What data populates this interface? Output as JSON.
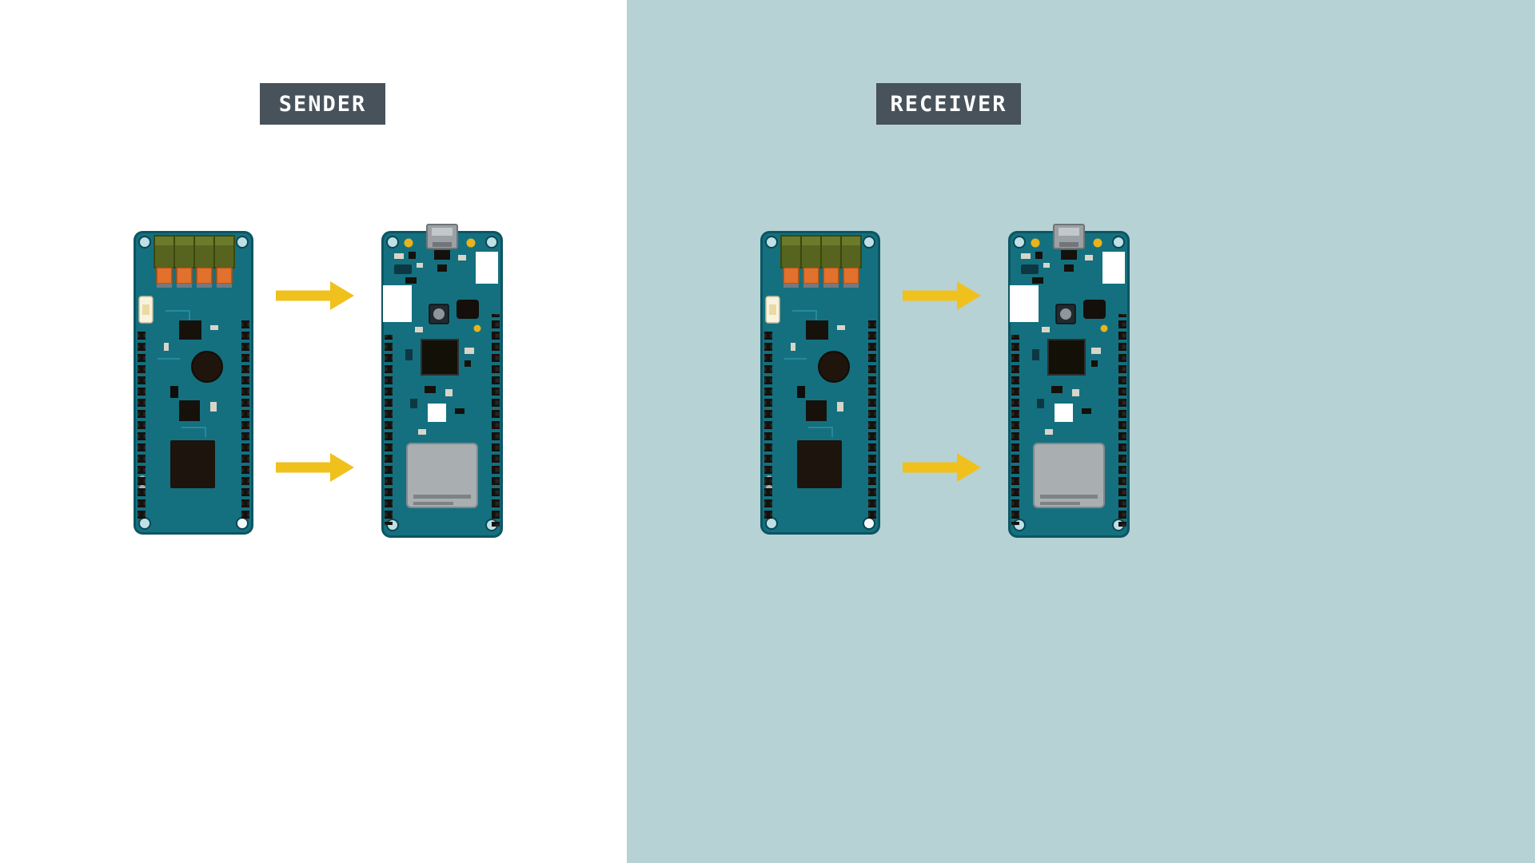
{
  "diagram": {
    "panels": [
      {
        "id": "sender",
        "label": "SENDER",
        "background_color": "#ffffff"
      },
      {
        "id": "receiver",
        "label": "RECEIVER",
        "background_color": "#b7d2d4"
      }
    ],
    "label_badge": {
      "background_color": "#47525b",
      "text_color": "#ffffff"
    },
    "arrow_color": "#f0c11c",
    "board_colors": {
      "pcb": "#14707f",
      "pcb_border": "#0c5563",
      "terminal_orange": "#e1712c",
      "shield_gray": "#a9aeb0"
    },
    "icons": {
      "flow_arrow": "right-arrow-icon"
    }
  }
}
